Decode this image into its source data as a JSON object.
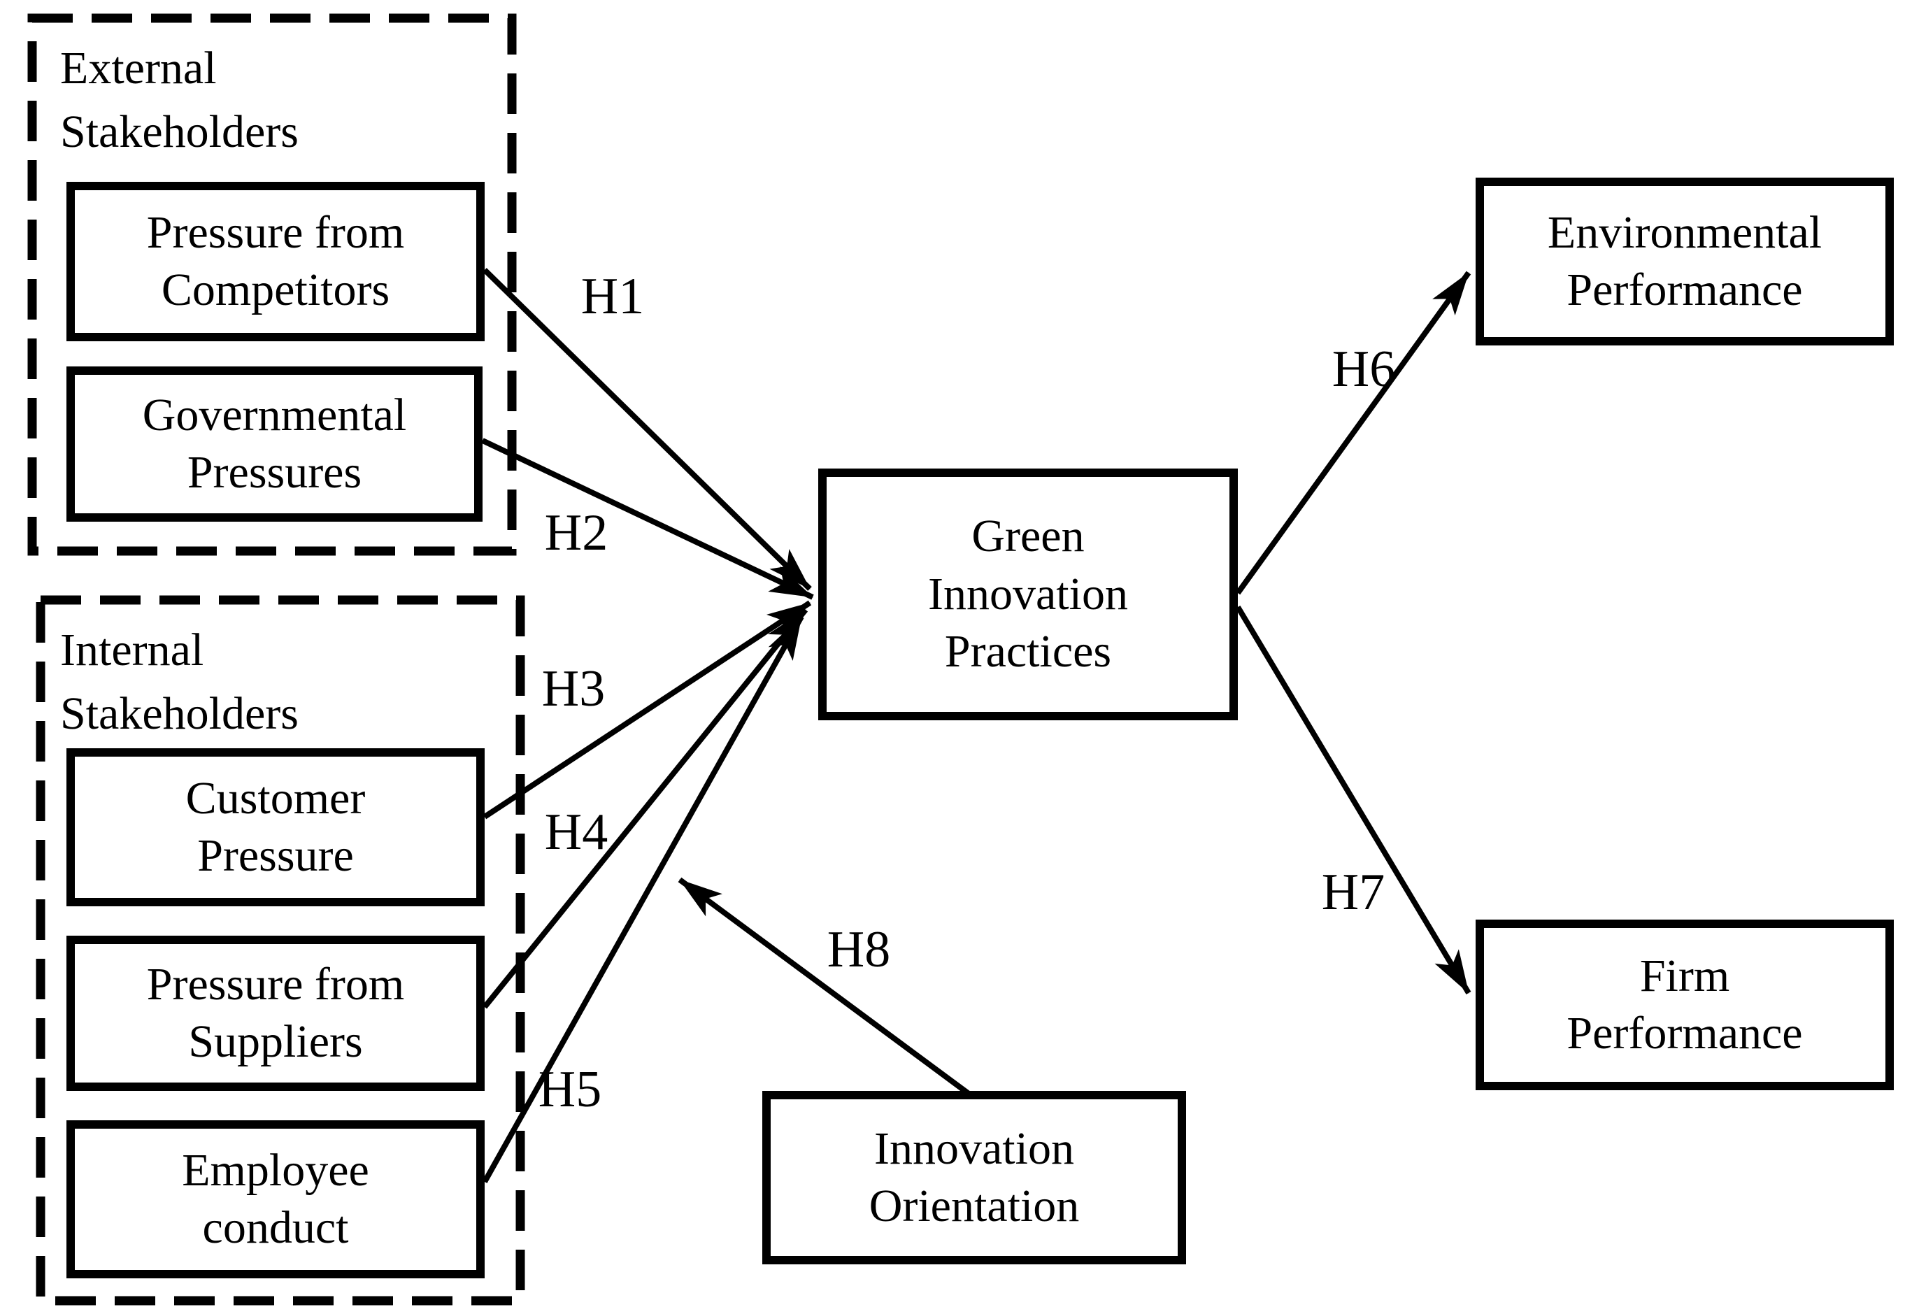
{
  "canvas": {
    "background": "#ffffff",
    "ink": "#000000"
  },
  "groups": {
    "external": {
      "label_lines": [
        "External",
        "Stakeholders"
      ]
    },
    "internal": {
      "label_lines": [
        "Internal",
        "Stakeholders"
      ]
    }
  },
  "nodes": {
    "pressure_competitors": {
      "lines": [
        "Pressure from",
        "Competitors"
      ],
      "group": "External Stakeholders"
    },
    "governmental_pressures": {
      "lines": [
        "Governmental",
        "Pressures"
      ],
      "group": "External Stakeholders"
    },
    "customer_pressure": {
      "lines": [
        "Customer",
        "Pressure"
      ],
      "group": "Internal Stakeholders"
    },
    "pressure_suppliers": {
      "lines": [
        "Pressure from",
        "Suppliers"
      ],
      "group": "Internal Stakeholders"
    },
    "employee_conduct": {
      "lines": [
        "Employee",
        "conduct"
      ],
      "group": "Internal Stakeholders"
    },
    "green_innovation": {
      "lines": [
        "Green",
        "Innovation",
        "Practices"
      ]
    },
    "environmental_performance": {
      "lines": [
        "Environmental",
        "Performance"
      ]
    },
    "firm_performance": {
      "lines": [
        "Firm",
        "Performance"
      ]
    },
    "innovation_orientation": {
      "lines": [
        "Innovation",
        "Orientation"
      ]
    }
  },
  "hypotheses": {
    "h1": {
      "label": "H1",
      "from": "Pressure from Competitors",
      "to": "Green Innovation Practices"
    },
    "h2": {
      "label": "H2",
      "from": "Governmental Pressures",
      "to": "Green Innovation Practices"
    },
    "h3": {
      "label": "H3",
      "from": "Customer Pressure",
      "to": "Green Innovation Practices"
    },
    "h4": {
      "label": "H4",
      "from": "Pressure from Suppliers",
      "to": "Green Innovation Practices"
    },
    "h5": {
      "label": "H5",
      "from": "Employee conduct",
      "to": "Green Innovation Practices"
    },
    "h6": {
      "label": "H6",
      "from": "Green Innovation Practices",
      "to": "Environmental Performance"
    },
    "h7": {
      "label": "H7",
      "from": "Green Innovation Practices",
      "to": "Firm Performance"
    },
    "h8": {
      "label": "H8",
      "from": "Innovation Orientation",
      "to": "Green Innovation Practices"
    }
  }
}
